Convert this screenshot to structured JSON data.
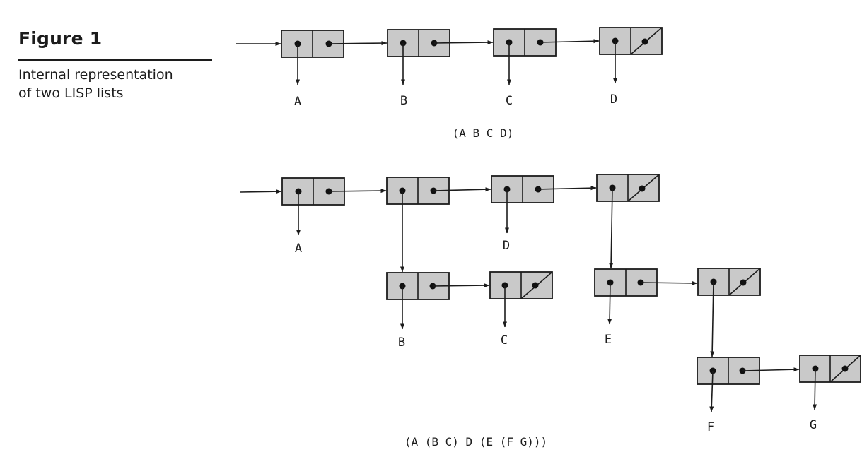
{
  "figure": {
    "title": "Figure 1",
    "caption_lines": [
      "Internal representation",
      "of two LISP lists"
    ]
  },
  "diagrams": [
    {
      "expression": "(A B C D)",
      "atoms": [
        "A",
        "B",
        "C",
        "D"
      ]
    },
    {
      "expression": "(A (B C) D (E (F G)))",
      "atoms": [
        "A",
        "D",
        "B",
        "C",
        "E",
        "F",
        "G"
      ]
    }
  ],
  "colors": {
    "cell_fill": "#c9c9c9",
    "ink": "#1c1c1c"
  }
}
